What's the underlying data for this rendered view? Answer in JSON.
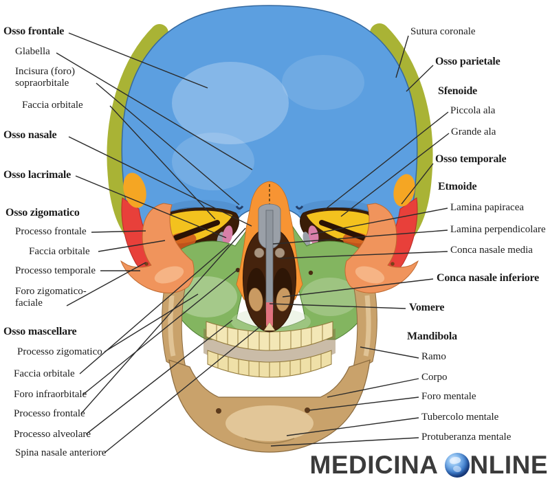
{
  "figure": {
    "watermark": {
      "text_left": "MEDICINA",
      "text_right": "NLINE",
      "icon": "globe-icon"
    },
    "bone_colors": {
      "osso_frontale": "#5C9FE0",
      "osso_parietale": "#A9B335",
      "osso_temporale": "#E8403A",
      "sfenoide": "#F3C21E",
      "osso_zigomatico": "#F0945C",
      "osso_nasale": "#F79433",
      "osso_mascellare": "#83B560",
      "mandibola": "#C9A26B",
      "osso_lacrimale": "#D87FA8",
      "etmoide": "#9AA0A8",
      "vomere": "#E2737F",
      "denti": "#F3E7B6"
    },
    "labels": {
      "left": [
        {
          "text": "Osso frontale",
          "bold": true
        },
        {
          "text": "Glabella",
          "bold": false
        },
        {
          "text": "Incisura (foro) sopraorbitale",
          "bold": false
        },
        {
          "text": "Faccia orbitale",
          "bold": false
        },
        {
          "text": "Osso nasale",
          "bold": true
        },
        {
          "text": "Osso lacrimale",
          "bold": true
        },
        {
          "text": "Osso zigomatico",
          "bold": true
        },
        {
          "text": "Processo frontale",
          "bold": false
        },
        {
          "text": "Faccia orbitale",
          "bold": false
        },
        {
          "text": "Processo temporale",
          "bold": false
        },
        {
          "text": "Foro zigomatico-faciale",
          "bold": false
        },
        {
          "text": "Osso mascellare",
          "bold": true
        },
        {
          "text": "Processo zigomatico",
          "bold": false
        },
        {
          "text": "Faccia orbitale",
          "bold": false
        },
        {
          "text": "Foro infraorbitale",
          "bold": false
        },
        {
          "text": "Processo frontale",
          "bold": false
        },
        {
          "text": "Processo alveolare",
          "bold": false
        },
        {
          "text": "Spina nasale anteriore",
          "bold": false
        }
      ],
      "right": [
        {
          "text": "Sutura coronale",
          "bold": false
        },
        {
          "text": "Osso parietale",
          "bold": true
        },
        {
          "text": "Sfenoide",
          "bold": true
        },
        {
          "text": "Piccola ala",
          "bold": false
        },
        {
          "text": "Grande ala",
          "bold": false
        },
        {
          "text": "Osso temporale",
          "bold": true
        },
        {
          "text": "Etmoide",
          "bold": true
        },
        {
          "text": "Lamina papiracea",
          "bold": false
        },
        {
          "text": "Lamina perpendicolare",
          "bold": false
        },
        {
          "text": "Conca nasale media",
          "bold": false
        },
        {
          "text": "Conca nasale inferiore",
          "bold": true
        },
        {
          "text": "Vomere",
          "bold": true
        },
        {
          "text": "Mandibola",
          "bold": true
        },
        {
          "text": "Ramo",
          "bold": false
        },
        {
          "text": "Corpo",
          "bold": false
        },
        {
          "text": "Foro mentale",
          "bold": false
        },
        {
          "text": "Tubercolo mentale",
          "bold": false
        },
        {
          "text": "Protuberanza mentale",
          "bold": false
        }
      ]
    }
  }
}
